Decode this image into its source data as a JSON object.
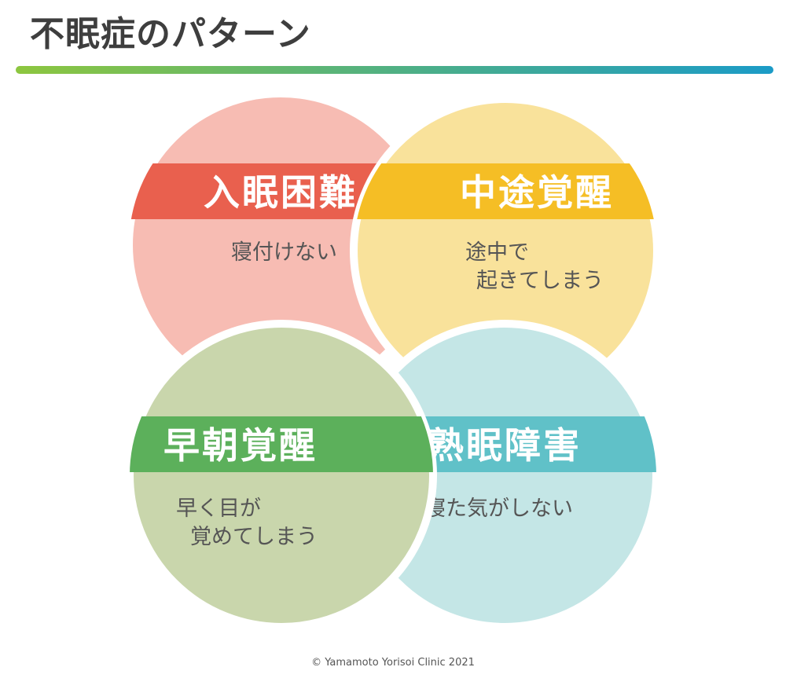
{
  "header": {
    "title": "不眠症のパターン"
  },
  "patterns": [
    {
      "name": "入眠困難",
      "description": [
        "寝付けない"
      ],
      "band_color": "#e9604e",
      "fill_color": "#f7bcb3"
    },
    {
      "name": "中途覚醒",
      "description": [
        "途中で",
        "起きてしまう"
      ],
      "band_color": "#f5be25",
      "fill_color": "#f9e29b"
    },
    {
      "name": "早朝覚醒",
      "description": [
        "早く目が",
        "覚めてしまう"
      ],
      "band_color": "#5cb05b",
      "fill_color": "#c9d6ac"
    },
    {
      "name": "熟眠障害",
      "description": [
        "寝た気がしない"
      ],
      "band_color": "#60c1c8",
      "fill_color": "#c4e6e6"
    }
  ],
  "footer": {
    "copyright": "© Yamamoto Yorisoi Clinic 2021"
  }
}
